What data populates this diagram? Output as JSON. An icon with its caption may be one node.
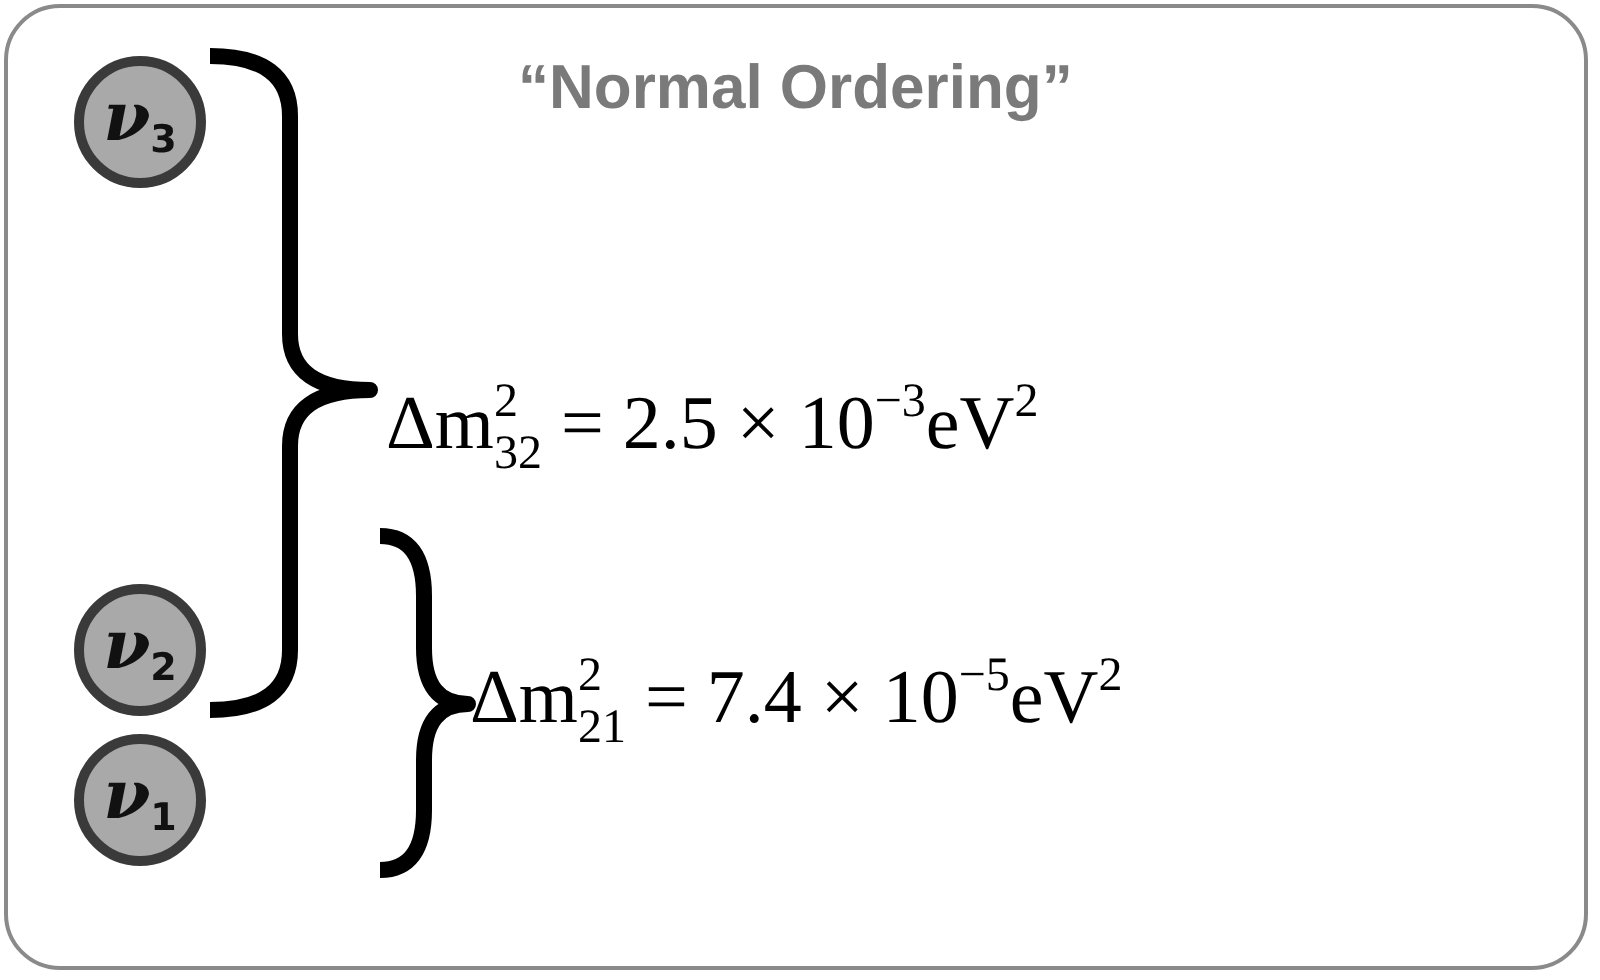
{
  "diagram": {
    "nodes": [
      {
        "text": [
          "“Normal Ordering”"
        ]
      },
      {
        "text": [
          "*ν*$_{3}$"
        ],
        "in": 0
      },
      {
        "text": [
          "*ν*$_{2}$"
        ],
        "in": 0
      },
      {
        "text": [
          "*ν*$_{1}$"
        ],
        "in": 0
      }
    ],
    "labels": [
      "Δm$^{2}$$_{32}$ = 2.5 × 10$^{−3}$eV$^{2}$",
      "Δm$^{2}$$_{21}$ = 7.4 × 10$^{−5}$eV$^{2}$"
    ]
  }
}
